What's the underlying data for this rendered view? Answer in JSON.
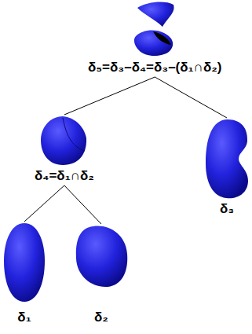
{
  "diagram": {
    "nodes": [
      {
        "text": [
          "δ₅=δ₃–δ₄=δ₃–(δ₁∩δ₂)"
        ]
      },
      {
        "text": [
          "δ₄=δ₁∩δ₂"
        ]
      },
      {
        "text": [
          "δ₃"
        ]
      },
      {
        "text": [
          "δ₁"
        ]
      },
      {
        "text": [
          "δ₂"
        ]
      }
    ],
    "edges": [
      {
        "from": 0,
        "to": 1,
        "arrow": "none"
      },
      {
        "from": 0,
        "to": 2,
        "arrow": "none"
      },
      {
        "from": 1,
        "to": 3,
        "arrow": "none"
      },
      {
        "from": 1,
        "to": 4,
        "arrow": "none"
      }
    ]
  }
}
